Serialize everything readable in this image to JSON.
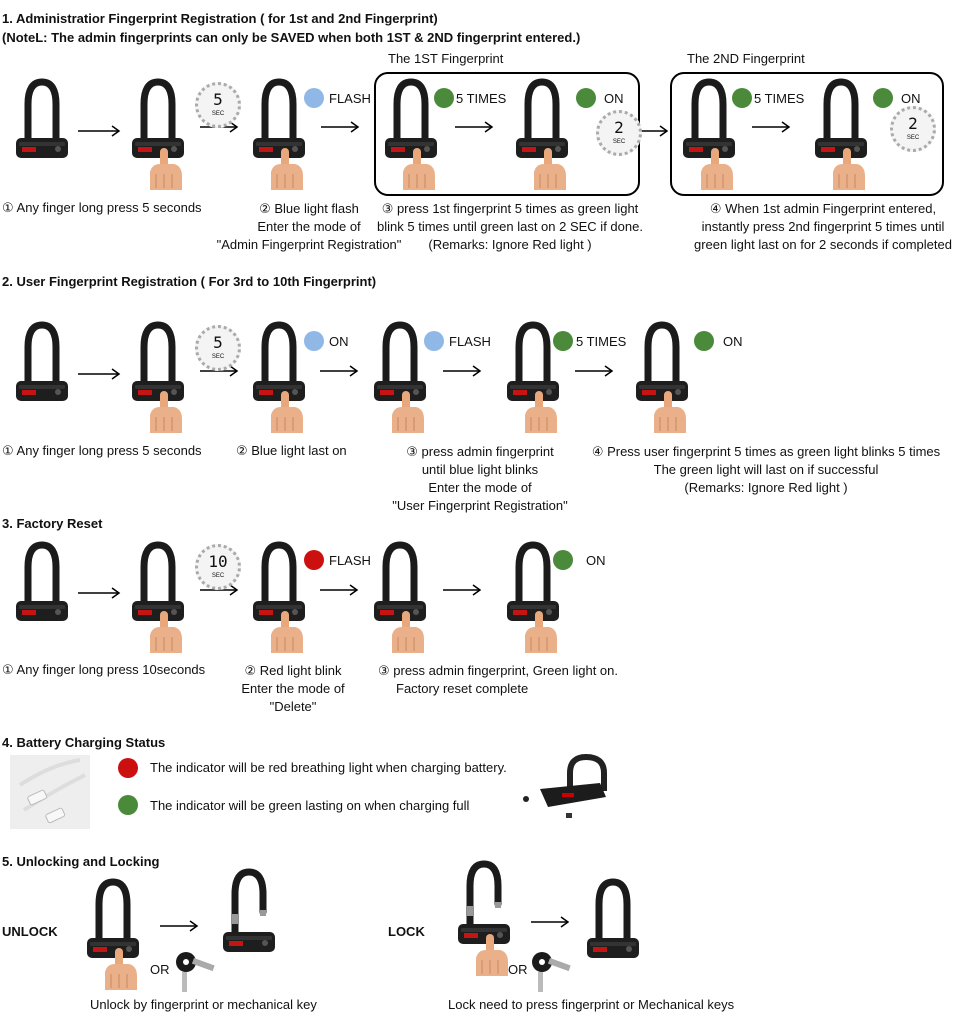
{
  "sections": [
    {
      "title": "1. Administratior Fingerprint Registration ( for 1st and 2nd Fingerprint)",
      "note": "(NoteL: The admin fingerprints can only be SAVED when both 1ST & 2ND fingerprint entered.)",
      "box1_label": "The 1ST Fingerprint",
      "box2_label": "The 2ND Fingerprint",
      "timer1": "5",
      "timer2": "2",
      "timer3": "2",
      "timer_unit": "SEC",
      "ind_flash": "FLASH",
      "ind_5times_a": "5 TIMES",
      "ind_on_a": "ON",
      "ind_5times_b": "5 TIMES",
      "ind_on_b": "ON",
      "step1": "① Any finger long press 5 seconds",
      "step2": [
        "② Blue light flash",
        "Enter the mode of",
        "\"Admin Fingerprint Registration\""
      ],
      "step3": [
        "③ press 1st fingerprint 5 times as green light",
        "blink 5 times until green last on 2 SEC if done.",
        "(Remarks: Ignore Red light )"
      ],
      "step4": [
        "④ When 1st admin Fingerprint entered,",
        "instantly press 2nd fingerprint 5 times until",
        "green light last on for 2 seconds if completed"
      ]
    },
    {
      "title": "2. User Fingerprint Registration ( For 3rd to 10th Fingerprint)",
      "timer1": "5",
      "timer_unit": "SEC",
      "ind_on1": "ON",
      "ind_flash": "FLASH",
      "ind_5times": "5 TIMES",
      "ind_on2": "ON",
      "step1": "① Any finger long press 5 seconds",
      "step2": "② Blue light last on",
      "step3": [
        "③ press admin fingerprint",
        "until blue light blinks",
        "Enter the mode of",
        "\"User Fingerprint Registration\""
      ],
      "step4": [
        "④ Press user fingerprint 5 times as green light blinks 5 times",
        "The green light will last on if successful",
        "(Remarks: Ignore Red light )"
      ]
    },
    {
      "title": "3. Factory Reset",
      "timer1": "10",
      "timer_unit": "SEC",
      "ind_flash": "FLASH",
      "ind_on": "ON",
      "step1": "① Any finger long press 10seconds",
      "step2": [
        "② Red light blink",
        "Enter the mode of",
        "\"Delete\""
      ],
      "step3": [
        "③ press admin fingerprint, Green light on.",
        "Factory reset complete"
      ]
    },
    {
      "title": "4. Battery Charging Status",
      "line_red": "The indicator will be red breathing light when charging battery.",
      "line_green": "The indicator will be green lasting on when charging full"
    },
    {
      "title": "5. Unlocking and Locking",
      "unlock": "UNLOCK",
      "lock": "LOCK",
      "or1": "OR",
      "or2": "OR",
      "unlock_caption": "Unlock by fingerprint or mechanical key",
      "lock_caption": "Lock need to press fingerprint or Mechanical keys"
    }
  ],
  "colors": {
    "blue": "#8fb8e6",
    "green": "#4a8a3a",
    "red": "#cc1010"
  }
}
